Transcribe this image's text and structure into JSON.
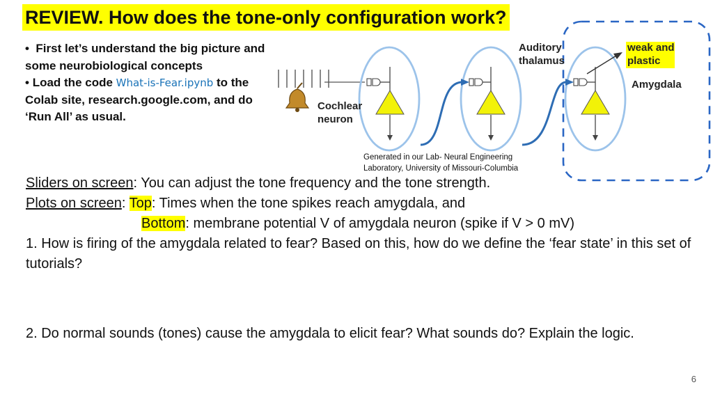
{
  "slide": {
    "title": "REVIEW. How does the tone-only configuration work?",
    "bullet1": "First let’s understand the big picture and some neurobiological concepts",
    "bullet2_before": "Load the code ",
    "bullet2_code": "What-is-Fear.ipynb",
    "bullet2_after": " to the Colab site, research.google.com, and do ‘Run All’ as usual.",
    "page_number": "6"
  },
  "diagram": {
    "label_cochlear": [
      "Cochlear",
      "neuron"
    ],
    "label_auditory": [
      "Auditory",
      "thalamus"
    ],
    "label_weak": [
      "weak and",
      "plastic"
    ],
    "label_amygdala": "Amygdala",
    "credit": [
      "Generated in our Lab- Neural Engineering",
      "Laboratory, University of Missouri-Columbia"
    ]
  },
  "body": {
    "sliders_label": "Sliders on screen",
    "sliders_text": ": You can adjust the tone frequency and the tone strength.",
    "plots_label": "Plots on screen",
    "plots_sep": ": ",
    "top_label": "Top",
    "top_text": ": Times when the tone spikes reach amygdala, and",
    "bottom_label": "Bottom",
    "bottom_text": ": membrane potential V of amygdala neuron (spike if V > 0 mV)",
    "q1": "1.  How is firing of the amygdala related to fear? Based on this, how do we define the ‘fear state’ in this set of tutorials?",
    "q2": "2.  Do normal sounds (tones) cause the amygdala to elicit fear? What sounds do? Explain the logic."
  },
  "colors": {
    "highlight": "#ffff00",
    "neuron": "#f2f208",
    "connector": "#2e6db4",
    "box": "#2a66c4"
  }
}
